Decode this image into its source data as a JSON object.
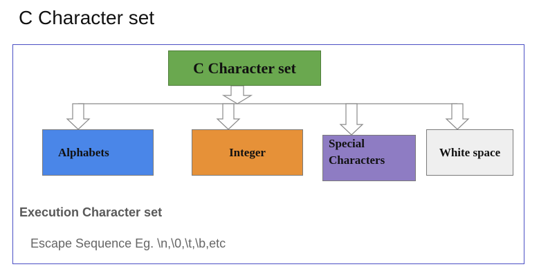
{
  "slide": {
    "title": "C Character set"
  },
  "diagram": {
    "root": "C Character set",
    "children": [
      {
        "label": "Alphabets",
        "color": "#4a86e8"
      },
      {
        "label": "Integer",
        "color": "#e69138"
      },
      {
        "label_line1": "Special",
        "label_line2": "Characters",
        "color": "#8e7cc3"
      },
      {
        "label": "White space",
        "color": "#efefef"
      }
    ],
    "root_color": "#6aa84f"
  },
  "execution": {
    "heading": "Execution Character set",
    "text": "Escape Sequence Eg. \\n,\\0,\\t,\\b,etc"
  }
}
